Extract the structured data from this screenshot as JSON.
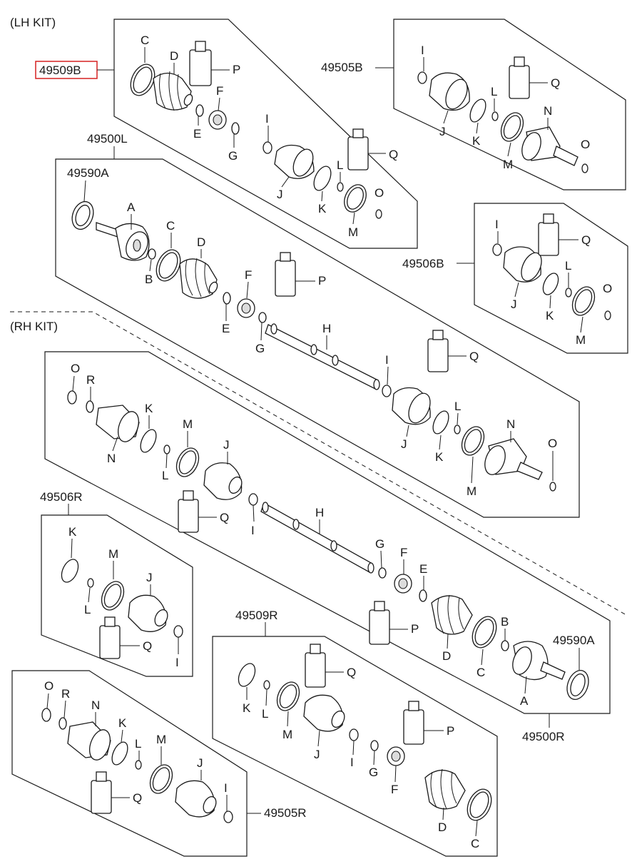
{
  "kits": {
    "lh": "(LH KIT)",
    "rh": "(RH KIT)"
  },
  "part_numbers": {
    "lh_boot_kit_outer": "49509B",
    "lh_boot_kit_inner": "49505B",
    "lh_shaft": "49500L",
    "lh_ring": "49590A",
    "lh_inner_small": "49506B",
    "rh_inner_small": "49506R",
    "rh_boot_kit_outer": "49509R",
    "rh_ring": "49590A",
    "rh_shaft": "49500R",
    "rh_boot_kit_inner": "49505R"
  },
  "highlighted_part": "49509B",
  "highlight_color": "#d62020",
  "letters": {
    "A": "A",
    "B": "B",
    "C": "C",
    "D": "D",
    "E": "E",
    "F": "F",
    "G": "G",
    "H": "H",
    "I": "I",
    "J": "J",
    "K": "K",
    "L": "L",
    "M": "M",
    "N": "N",
    "O": "O",
    "P": "P",
    "Q": "Q",
    "R": "R"
  }
}
